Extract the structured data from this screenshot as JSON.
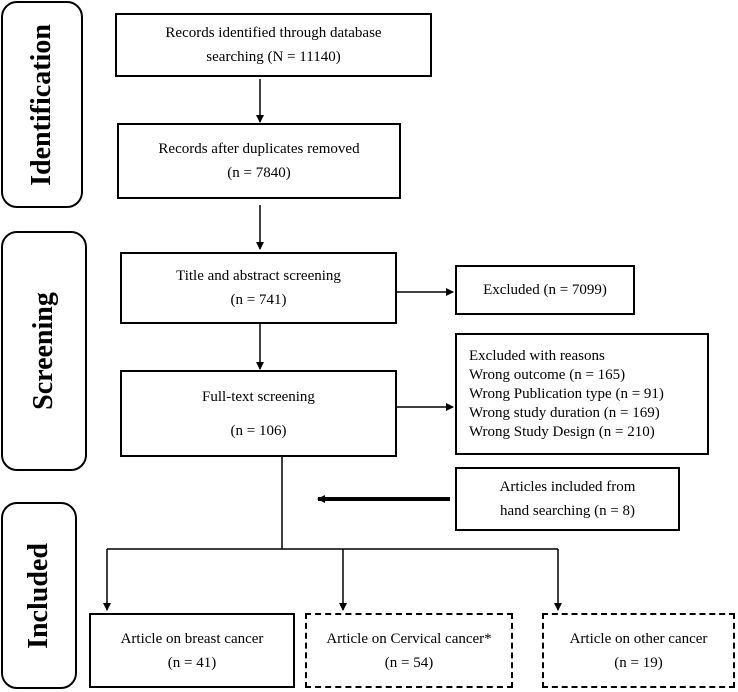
{
  "stages": {
    "identification": "Identification",
    "screening": "Screening",
    "included": "Included"
  },
  "boxes": {
    "identified": {
      "line1": "Records identified through database",
      "line2": "searching (N = 11140)"
    },
    "duplicates": {
      "line1": "Records after duplicates removed",
      "line2": "(n = 7840)"
    },
    "title_abstract": {
      "line1": "Title and abstract screening",
      "line2": "(n = 741)"
    },
    "excluded": {
      "line1": "Excluded (n = 7099)"
    },
    "fulltext": {
      "line1": "Full-text screening",
      "line2": "(n = 106)"
    },
    "excluded_reasons": {
      "heading": "Excluded with reasons",
      "items": [
        "Wrong outcome (n = 165)",
        "Wrong Publication type (n = 91)",
        "Wrong study duration (n = 169)",
        "Wrong Study Design (n = 210)"
      ]
    },
    "hand_search": {
      "line1": "Articles included from",
      "line2": "hand searching (n = 8)"
    },
    "breast": {
      "line1": "Article on breast cancer",
      "line2": "(n = 41)"
    },
    "cervical": {
      "line1": "Article on Cervical cancer*",
      "line2": "(n = 54)"
    },
    "other": {
      "line1": "Article on other cancer",
      "line2": "(n = 19)"
    }
  }
}
